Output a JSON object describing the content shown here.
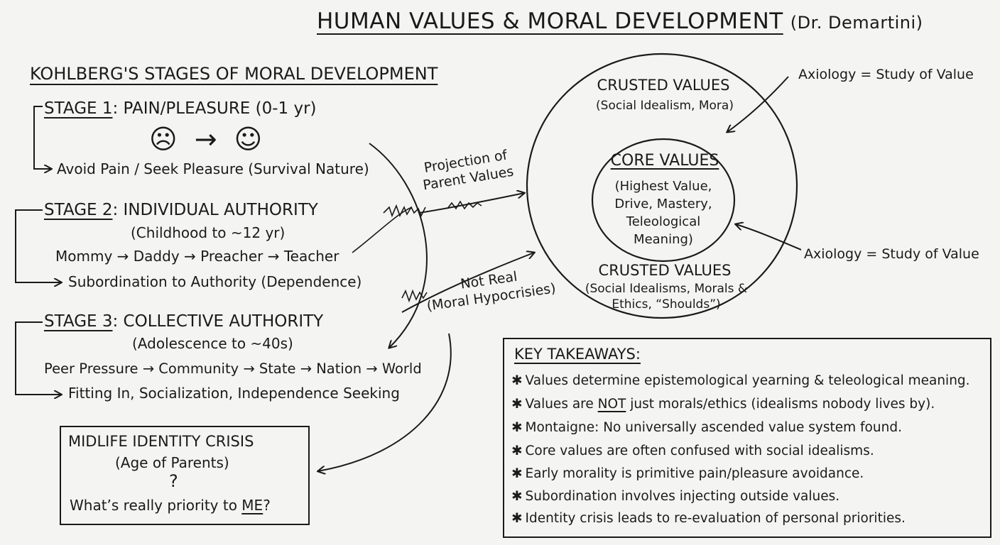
{
  "title": "HUMAN VALUES & MORAL DEVELOPMENT",
  "title_attribution": "(Dr. Demartini)",
  "kohlberg": {
    "heading": "KOHLBERG'S STAGES OF MORAL DEVELOPMENT",
    "stage1": {
      "label": "STAGE 1",
      "name": ": PAIN/PLEASURE (0-1 yr)",
      "faces": "☹ → ☺",
      "outcome": "Avoid Pain / Seek Pleasure (Survival Nature)"
    },
    "stage2": {
      "label": "STAGE 2",
      "name": ": INDIVIDUAL AUTHORITY",
      "age": "(Childhood to ~12 yr)",
      "chain": "Mommy → Daddy → Preacher → Teacher",
      "outcome": "Subordination to Authority (Dependence)"
    },
    "stage3": {
      "label": "STAGE 3",
      "name": ": COLLECTIVE AUTHORITY",
      "age": "(Adolescence to ~40s)",
      "chain": "Peer Pressure → Community → State → Nation → World",
      "outcome": "Fitting In, Socialization, Independence Seeking"
    }
  },
  "projection": {
    "line1": "Projection of",
    "line2": "Parent Values"
  },
  "not_real": {
    "line1": "Not Real",
    "line2": "(Moral Hypocrisies)"
  },
  "values_diagram": {
    "outer_top_title": "CRUSTED VALUES",
    "outer_top_sub": "(Social Idealism, Mora)",
    "core_title": "CORE VALUES",
    "core_lines": [
      "(Highest Value,",
      "Drive, Mastery,",
      "Teleological",
      "Meaning)"
    ],
    "outer_bottom_title": "CRUSTED VALUES",
    "outer_bottom_sub_1": "(Social Idealisms, Morals &",
    "outer_bottom_sub_2": "Ethics, “Shoulds”)",
    "axiology_top": "Axiology = Study of Value",
    "axiology_bottom": "Axiology = Study of Value"
  },
  "midlife": {
    "title": "MIDLIFE IDENTITY CRISIS",
    "sub": "(Age of Parents)",
    "question_mark": "?",
    "question_prefix": "What’s really priority to ",
    "question_emphasis": "ME",
    "question_suffix": "?"
  },
  "takeaways": {
    "heading": "KEY TAKEAWAYS:",
    "star": "✱",
    "items": [
      "Values determine epistemological yearning & teleological meaning.",
      "Montaigne: No universally ascended value system found.",
      "Core values are often confused with social idealisms.",
      "Early morality is primitive pain/pleasure avoidance.",
      "Subordination involves injecting outside values.",
      "Identity crisis leads to re-evaluation of personal priorities."
    ],
    "item2_prefix": "Values are ",
    "item2_emphasis": "NOT",
    "item2_suffix": " just morals/ethics (idealisms nobody lives by)."
  }
}
